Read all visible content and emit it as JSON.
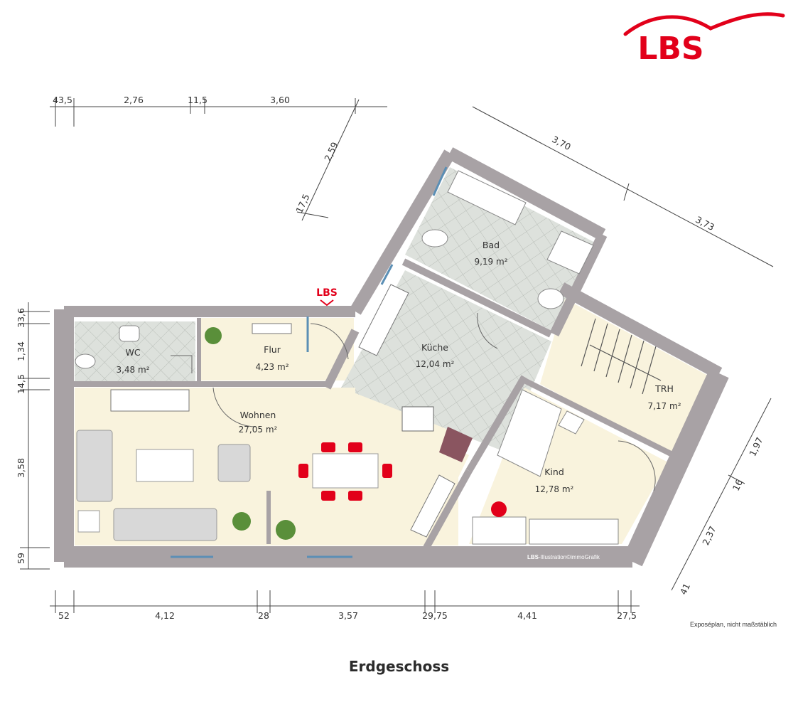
{
  "logo": {
    "text": "LBS",
    "color": "#e2001a"
  },
  "entrance_logo": "LBS",
  "caption": "Erdgeschoss",
  "note": "Exposéplan, nicht maßstäblich",
  "credit": {
    "brand": "LBS",
    "rest": "-Illustration©immoGrafik"
  },
  "colors": {
    "wall": "#a8a2a5",
    "floor": "#f9f3dd",
    "tile": "#d6dbd6",
    "accent": "#e2001a",
    "window": "#5b8fb5"
  },
  "rooms": {
    "wc": {
      "name": "WC",
      "area": "3,48 m²"
    },
    "flur": {
      "name": "Flur",
      "area": "4,23 m²"
    },
    "wohnen": {
      "name": "Wohnen",
      "area": "27,05 m²"
    },
    "kueche": {
      "name": "Küche",
      "area": "12,04 m²"
    },
    "bad": {
      "name": "Bad",
      "area": "9,19 m²"
    },
    "trh": {
      "name": "TRH",
      "area": "7,17 m²"
    },
    "kind": {
      "name": "Kind",
      "area": "12,78 m²"
    }
  },
  "dims": {
    "top": [
      "43,5",
      "2,76",
      "11,5",
      "3,60"
    ],
    "left": [
      "33,6",
      "1,34",
      "14,5",
      "3,58",
      "59"
    ],
    "bottom": [
      "52",
      "4,12",
      "28",
      "3,57",
      "29,75",
      "4,41",
      "27,5"
    ],
    "diag_left": [
      "2,59",
      "17,5"
    ],
    "diag_top": [
      "3,70",
      "3,73"
    ],
    "diag_right": [
      "1,97",
      "16",
      "2,37",
      "41"
    ]
  }
}
